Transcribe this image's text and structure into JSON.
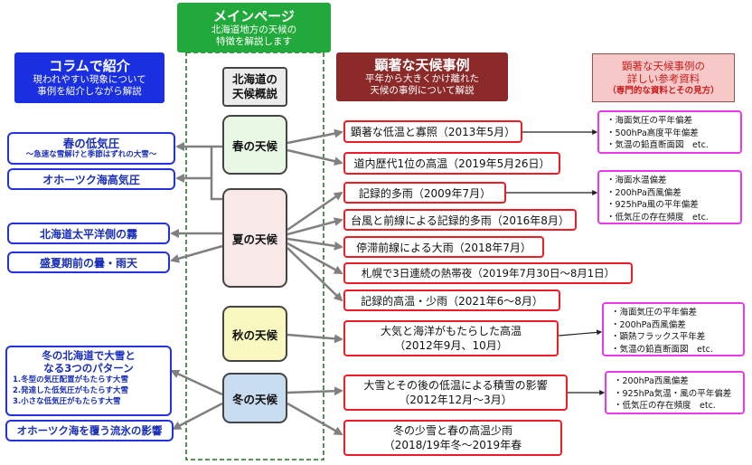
{
  "main_page": {
    "title": "メインページ",
    "subtitle_line1": "北海道地方の天候の",
    "subtitle_line2": "特徴を解説します"
  },
  "column": {
    "title": "コラムで紹介",
    "subtitle_line1": "現われやすい現象について",
    "subtitle_line2": "事例を紹介しながら解説"
  },
  "notable": {
    "title": "顕著な天候事例",
    "subtitle_line1": "平年から大きくかけ離れた",
    "subtitle_line2": "天候の事例について解説"
  },
  "reference": {
    "title_line1": "顕著な天候事例の",
    "title_line2": "詳しい参考資料",
    "note": "（専門的な資料とその見方）"
  },
  "overview": {
    "line1": "北海道の",
    "line2": "天候概説"
  },
  "seasons": {
    "spring": "春の天候",
    "summer": "夏の天候",
    "autumn": "秋の天候",
    "winter": "冬の天候"
  },
  "columns": {
    "spring_low": {
      "title": "春の低気圧",
      "sub": "～急速な雪解けと季節はずれの大雪～"
    },
    "okhotsk_high": "オホーツク海高気圧",
    "pacific_fog": "北海道太平洋側の霧",
    "midsummer": "盛夏期前の曇・雨天",
    "winter_patterns": {
      "line1": "冬の北海道で大雪と",
      "line2": "なる3つのパターン",
      "items": [
        "1.冬型の気圧配置がもたらす大雪",
        "2.発達した低気圧がもたらす大雪",
        "3.小さな低気圧がもたらす大雪"
      ]
    },
    "drift_ice": "オホーツク海を覆う流氷の影響"
  },
  "events": [
    {
      "line1": "顕著な低温と寡照（2013年5月）",
      "line2": ""
    },
    {
      "line1": "道内歴代1位の高温（2019年5月26日）",
      "line2": ""
    },
    {
      "line1": "記録的多雨（2009年7月）",
      "line2": ""
    },
    {
      "line1": "台風と前線による記録的多雨（2016年8月）",
      "line2": ""
    },
    {
      "line1": "停滞前線による大雨（2018年7月）",
      "line2": ""
    },
    {
      "line1": "札幌で3日連続の熱帯夜（2019年7月30日～8月1日）",
      "line2": ""
    },
    {
      "line1": "記録的高温・少雨（2021年6～8月）",
      "line2": ""
    },
    {
      "line1": "大気と海洋がもたらした高温",
      "line2": "（2012年9月、10月）"
    },
    {
      "line1": "大雪とその後の低温による積雪の影響",
      "line2": "（2012年12月～3月）"
    },
    {
      "line1": "冬の少雪と春の高温少雨",
      "line2": "（2018/19年冬～2019年春"
    }
  ],
  "references": [
    [
      "・海面気圧の平年偏差",
      "・500hPa高度平年偏差",
      "・気温の鉛直断面図　etc."
    ],
    [
      "・海面水温偏差",
      "・200hPa西風偏差",
      "・925hPa風の平年偏差",
      "・低気圧の存在頻度　etc."
    ],
    [
      "・海面気圧の平年偏差",
      "・200hPa西風偏差",
      "・顕熱フラックス平年差",
      "・気温の鉛直断面図　etc."
    ],
    [
      "・200hPa西風偏差",
      "・925hPa気温・風の平年偏差",
      "・低気圧の存在頻度　etc."
    ]
  ],
  "colors": {
    "green": "#21a93b",
    "blue": "#1a2fe0",
    "maroon": "#8c2a2a",
    "pink_header": "#f6c8c8",
    "spring": "#e8f8e4",
    "summer": "#f8e8e8",
    "autumn": "#f8f8c0",
    "winter": "#c8dcf0"
  }
}
